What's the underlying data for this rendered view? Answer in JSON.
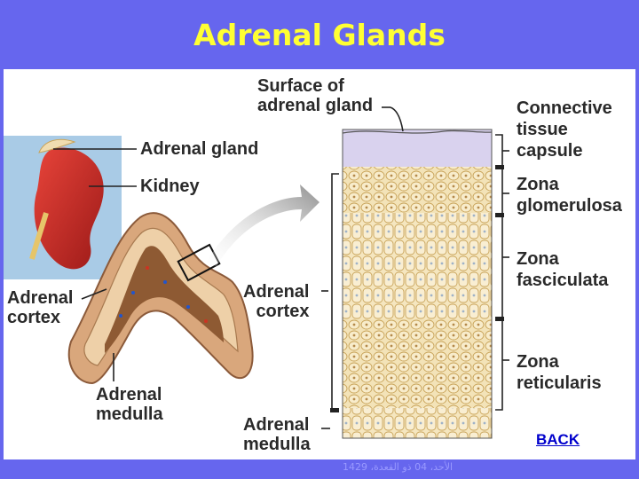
{
  "slide": {
    "title": "Adrenal Glands",
    "back_label": "BACK",
    "footer_date": "الأحد، 04 ذو القعدة، 1429"
  },
  "labels": {
    "surface": [
      "Surface of",
      "adrenal gland"
    ],
    "adrenal_gland": "Adrenal gland",
    "kidney": "Kidney",
    "adrenal_cortex_left": [
      "Adrenal",
      "cortex"
    ],
    "adrenal_medulla_left": [
      "Adrenal",
      "medulla"
    ],
    "adrenal_cortex_mid": [
      "Adrenal",
      "cortex"
    ],
    "adrenal_medulla_mid": [
      "Adrenal",
      "medulla"
    ],
    "capsule": [
      "Connective",
      "tissue",
      "capsule"
    ],
    "glomerulosa": [
      "Zona",
      "glomerulosa"
    ],
    "fasciculata": [
      "Zona",
      "fasciculata"
    ],
    "reticularis": [
      "Zona",
      "reticularis"
    ]
  },
  "colors": {
    "title_bg": "#6666ee",
    "title_text": "#ffff33",
    "back_link": "#0000cc"
  }
}
